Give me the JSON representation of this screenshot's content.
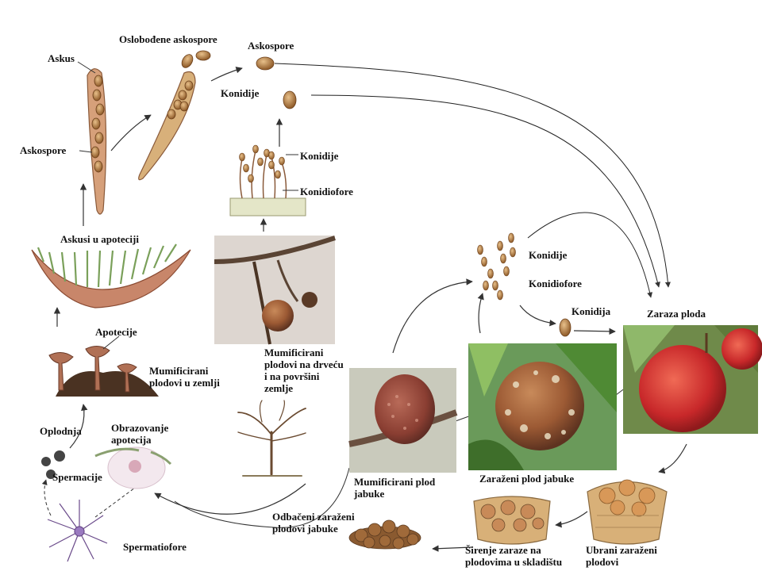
{
  "labels": {
    "askus": "Askus",
    "oslobodjene_askospore": "Oslobođene askospore",
    "askospore_top": "Askospore",
    "konidije_top": "Konidije",
    "askospore_left": "Askospore",
    "konidije_mid": "Konidije",
    "konidiofore_mid": "Konidiofore",
    "askusi_u_apoteciji": "Askusi u apoteciji",
    "konidije_right": "Konidije",
    "konidiofore_right": "Konidiofore",
    "konidija": "Konidija",
    "zaraza_ploda": "Zaraza ploda",
    "apotecije": "Apotecije",
    "mumificirani_u_zemlji": "Mumificirani plodovi u zemlji",
    "mumificirani_na_drvecu": "Mumificirani plodovi na drveću i na površini zemlje",
    "oplodnja": "Oplodnja",
    "obrazovanje_apotecija": "Obrazovanje apotecija",
    "spermacije": "Spermacije",
    "spermatiofore": "Spermatiofore",
    "mumificirani_plod_jabuke": "Mumificirani plod jabuke",
    "zarazeni_plod_jabuke": "Zaraženi plod jabuke",
    "odbaceni_zarazeni": "Odbačeni zaraženi plodovi jabuke",
    "sirenje_zaraze": "Širenje zaraze na plodovima u skladištu",
    "ubrani_zarazeni": "Ubrani zaraženi plodovi"
  },
  "colors": {
    "text": "#111111",
    "arrow": "#333333",
    "spore": "#a9743c",
    "apple_red": "#c8282a",
    "rot_brown": "#8a4a2c",
    "leaf_green": "#4f8a34",
    "cup": "#b07055"
  },
  "icons": [
    "arrow-icon"
  ]
}
